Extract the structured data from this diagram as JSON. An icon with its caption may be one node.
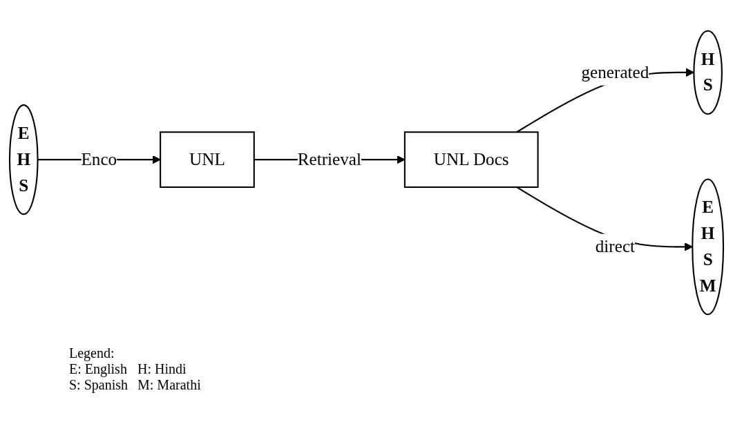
{
  "diagram": {
    "nodes": [
      {
        "text": [
          "E",
          "H",
          "S"
        ]
      },
      {
        "text": [
          "UNL"
        ]
      },
      {
        "text": [
          "UNL Docs"
        ]
      },
      {
        "text": [
          "H",
          "S"
        ]
      },
      {
        "text": [
          "E",
          "H",
          "S",
          "M"
        ]
      }
    ],
    "edges": [
      {
        "from": 0,
        "to": 1,
        "arrow": "to",
        "label": "Enco"
      },
      {
        "from": 1,
        "to": 2,
        "arrow": "to",
        "label": "Retrieval"
      },
      {
        "from": 2,
        "to": 3,
        "arrow": "to",
        "label": "generated"
      },
      {
        "from": 2,
        "to": 4,
        "arrow": "to",
        "label": "direct"
      }
    ],
    "labels": [
      "Legend:"
    ],
    "legend": [
      {
        "text": "E: English"
      },
      {
        "text": "H: Hindi"
      },
      {
        "text": "S: Spanish"
      },
      {
        "text": "M: Marathi"
      }
    ]
  }
}
